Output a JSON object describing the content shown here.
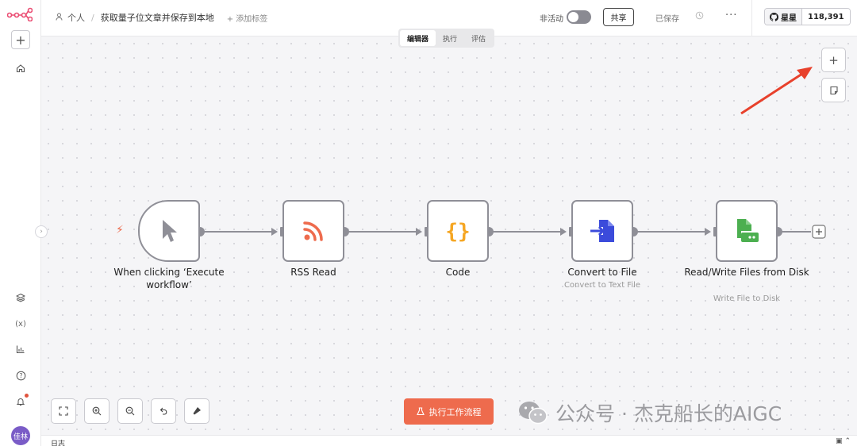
{
  "header": {
    "breadcrumb_owner": "个人",
    "workflow_title": "获取量子位文章并保存到本地",
    "add_tag": "+ 添加标签",
    "inactive_label": "非活动",
    "share_label": "共享",
    "saved_label": "已保存",
    "more_label": "···",
    "github_star_label": "星星",
    "github_star_count": "118,391"
  },
  "tabs": [
    "编辑器",
    "执行",
    "评估"
  ],
  "active_tab": "编辑器",
  "nodes": [
    {
      "label": "When clicking ‘Execute workflow’",
      "subtitle": "",
      "icon": "cursor-icon"
    },
    {
      "label": "RSS Read",
      "subtitle": "",
      "icon": "rss-icon"
    },
    {
      "label": "Code",
      "subtitle": "",
      "icon": "code-braces-icon"
    },
    {
      "label": "Convert to File",
      "subtitle": "Convert to Text File",
      "icon": "convert-file-icon"
    },
    {
      "label": "Read/Write Files from Disk",
      "subtitle": "Write File to Disk",
      "icon": "disk-file-icon"
    }
  ],
  "run_button_label": "执行工作流程",
  "watermark_text": "公众号 · 杰克船长的AIGC",
  "avatar_text": "佳林",
  "log_label": "日志",
  "colors": {
    "accent": "#ee6b4d",
    "node_border": "#8f8f97",
    "rss": "#ee6b4d",
    "code": "#f5a623",
    "convert": "#3b4bdb",
    "disk": "#4caf50",
    "annotation_arrow": "#e8412c"
  }
}
